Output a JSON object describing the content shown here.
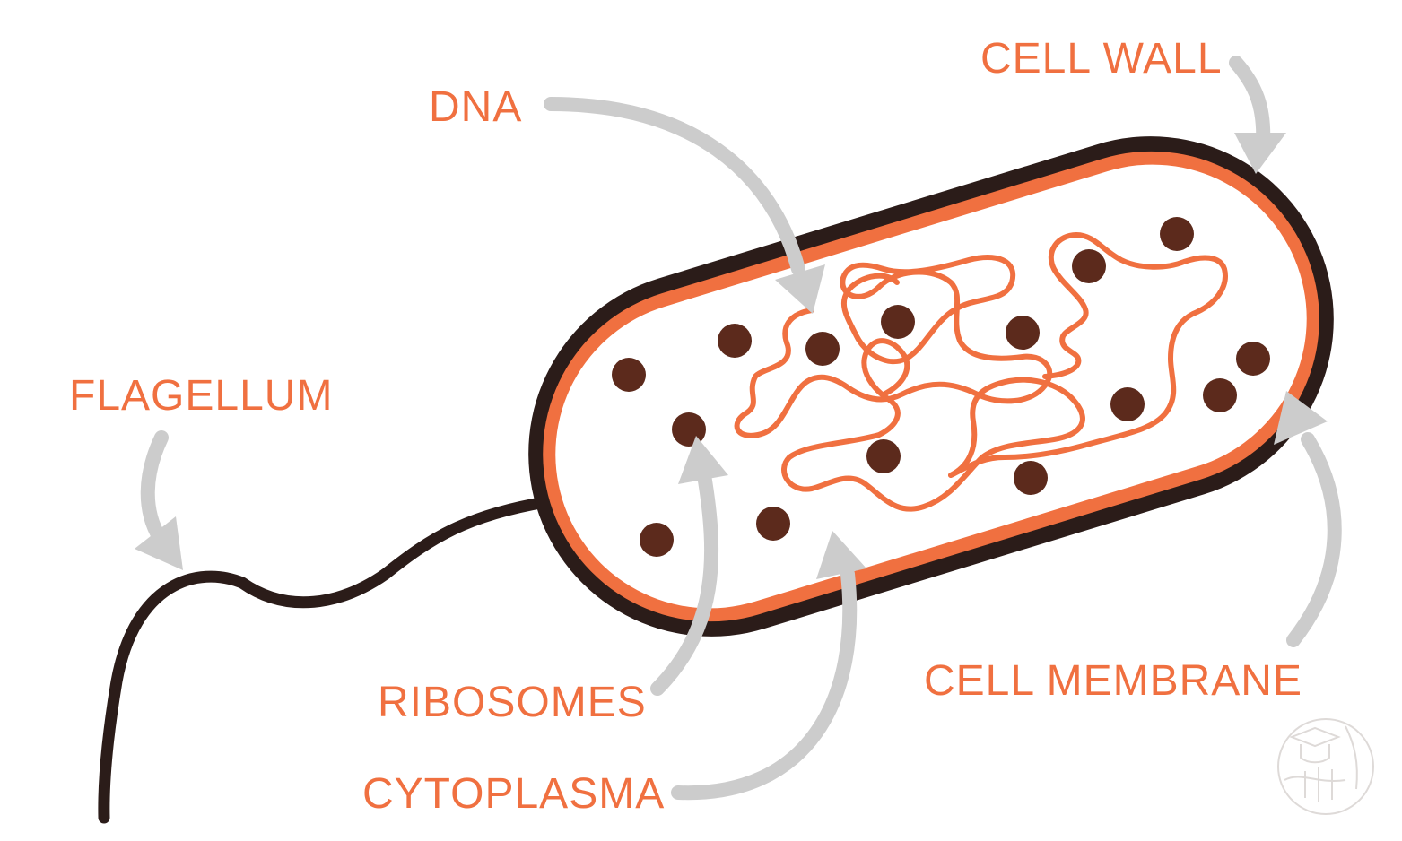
{
  "colors": {
    "accent": "#f07040",
    "wall": "#2b1c19",
    "ribosome": "#5c2a1c",
    "arrow": "#cccccc",
    "background": "#ffffff"
  },
  "labels": {
    "cell_wall": "CELL WALL",
    "dna": "DNA",
    "flagellum": "FLAGELLUM",
    "ribosomes": "RIBOSOMES",
    "cytoplasma": "CYTOPLASMA",
    "cell_membrane": "CELL MEMBRANE"
  },
  "icons": {
    "watermark": "graduation-cap-logo-icon"
  }
}
